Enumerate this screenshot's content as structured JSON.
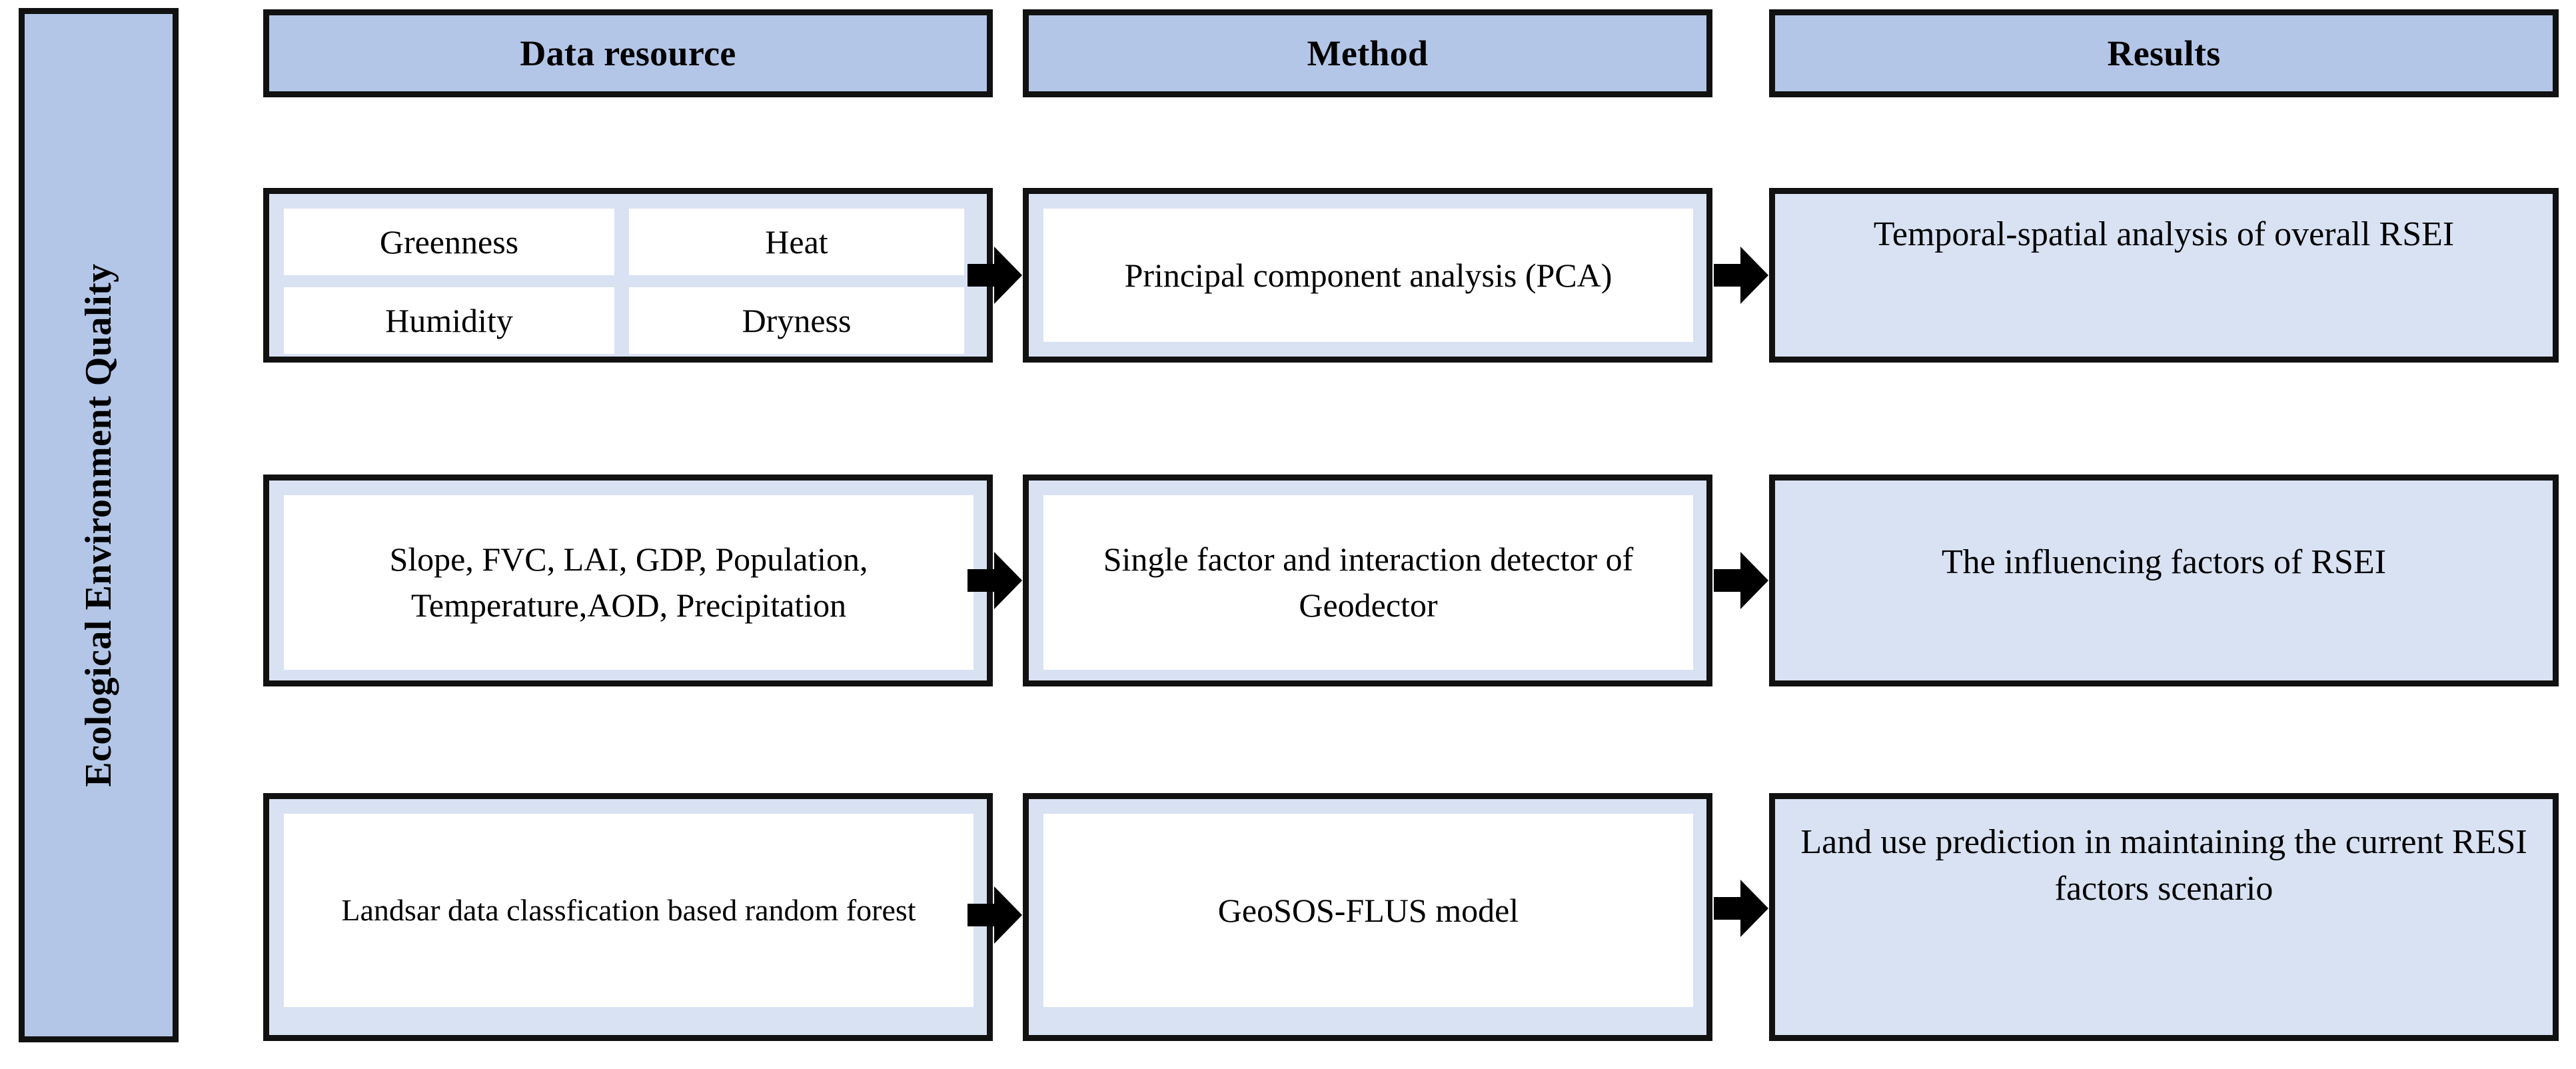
{
  "sidebar": {
    "label": "Ecological Environment Quality"
  },
  "headers": {
    "data_resource": "Data resource",
    "method": "Method",
    "results": "Results"
  },
  "rows": [
    {
      "data_items": [
        "Greenness",
        "Heat",
        "Humidity",
        "Dryness"
      ],
      "method": "Principal component analysis (PCA)",
      "result": "Temporal-spatial analysis of overall RSEI"
    },
    {
      "data_text": "Slope, FVC, LAI, GDP, Population, Temperature,AOD, Precipitation",
      "method": "Single factor and interaction detector of Geodector",
      "result": "The influencing factors of RSEI"
    },
    {
      "data_text": "Landsar data classfication based random forest",
      "method": "GeoSOS-FLUS model",
      "result": "Land use prediction in maintaining the current RESI factors scenario"
    }
  ],
  "colors": {
    "header_fill": "#b3c6e7",
    "box_fill": "#d9e2f3",
    "inner_fill": "#ffffff",
    "border": "#111111",
    "arrow": "#000000"
  },
  "arrow_icon": "right-arrow"
}
